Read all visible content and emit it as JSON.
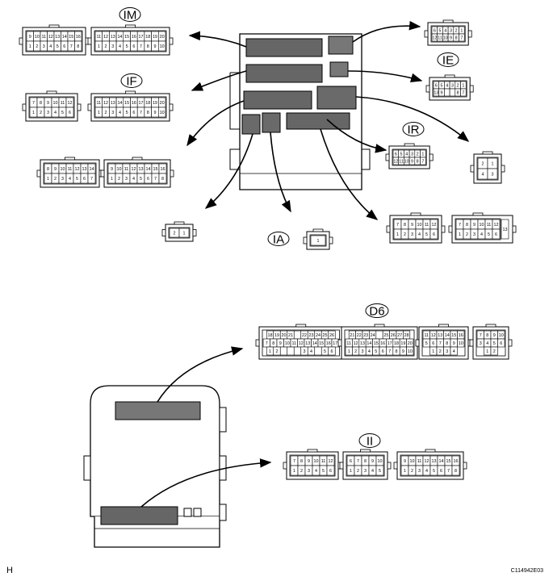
{
  "labels": {
    "im": "IM",
    "ie": "IE",
    "if": "IF",
    "ir": "IR",
    "ia": "IA",
    "d6": "D6",
    "ii": "II"
  },
  "footer": {
    "mark": "H",
    "figure_code": "C114942E03"
  },
  "connectors": {
    "im_a": {
      "top": [
        "9",
        "10",
        "11",
        "12",
        "13",
        "14",
        "15",
        "16"
      ],
      "bottom": [
        "1",
        "2",
        "3",
        "4",
        "5",
        "6",
        "7",
        "8"
      ]
    },
    "im_b": {
      "top": [
        "11",
        "12",
        "13",
        "14",
        "15",
        "16",
        "17",
        "18",
        "19",
        "20"
      ],
      "bottom": [
        "1",
        "2",
        "3",
        "4",
        "5",
        "6",
        "7",
        "8",
        "9",
        "10"
      ]
    },
    "if_a": {
      "top": [
        "7",
        "8",
        "9",
        "10",
        "11",
        "12"
      ],
      "bottom": [
        "1",
        "2",
        "3",
        "4",
        "5",
        "6"
      ]
    },
    "if_b": {
      "top": [
        "11",
        "12",
        "13",
        "14",
        "15",
        "16",
        "17",
        "18",
        "19",
        "20"
      ],
      "bottom": [
        "1",
        "2",
        "3",
        "4",
        "5",
        "6",
        "7",
        "8",
        "9",
        "10"
      ]
    },
    "ix_a": {
      "top": [
        "8",
        "9",
        "10",
        "11",
        "12",
        "13",
        "14"
      ],
      "bottom": [
        "1",
        "2",
        "3",
        "4",
        "5",
        "6",
        "7"
      ]
    },
    "ix_b": {
      "top": [
        "9",
        "10",
        "11",
        "12",
        "13",
        "14",
        "15",
        "16"
      ],
      "bottom": [
        "1",
        "2",
        "3",
        "4",
        "5",
        "6",
        "7",
        "8"
      ]
    },
    "topright": {
      "top": [
        "6",
        "5",
        "4",
        "3",
        "2",
        "1"
      ],
      "bottom": [
        "12",
        "11",
        "10",
        "9",
        "8",
        "7"
      ]
    },
    "ie": {
      "top": [
        "6",
        "5",
        "4",
        "3",
        "2",
        "1"
      ],
      "bottom": [
        "13",
        "9",
        "",
        "",
        "8",
        "7"
      ]
    },
    "ir": {
      "top": [
        "6",
        "5",
        "4",
        "3",
        "2",
        "1"
      ],
      "bottom": [
        "12",
        "11",
        "10",
        "9",
        "8",
        "7"
      ]
    },
    "fourpin": {
      "top": [
        "2",
        "1"
      ],
      "bottom": [
        "4",
        "3"
      ]
    },
    "twopin": {
      "top": [
        "2",
        "1"
      ]
    },
    "ia": {
      "top": [
        "1"
      ]
    },
    "br_a": {
      "top": [
        "7",
        "8",
        "9",
        "10",
        "11",
        "12"
      ],
      "bottom": [
        "1",
        "2",
        "3",
        "4",
        "5",
        "6"
      ]
    },
    "br_b": {
      "top": [
        "7",
        "8",
        "9",
        "10",
        "11",
        "12"
      ],
      "bottom": [
        "1",
        "2",
        "3",
        "4",
        "5",
        "6"
      ],
      "side": "13"
    },
    "d6_1": {
      "top": [
        "18",
        "19",
        "20",
        "21",
        "",
        "22",
        "23",
        "24",
        "25",
        "26"
      ],
      "mid": [
        "7",
        "8",
        "9",
        "10",
        "11",
        "12",
        "13",
        "14",
        "15",
        "16",
        "17"
      ],
      "bottom": [
        "1",
        "2",
        "",
        "",
        "",
        "3",
        "4",
        "",
        "5",
        "6"
      ]
    },
    "d6_2": {
      "top": [
        "21",
        "22",
        "23",
        "24",
        "",
        "25",
        "26",
        "27",
        "28"
      ],
      "mid": [
        "11",
        "12",
        "13",
        "14",
        "15",
        "16",
        "17",
        "18",
        "19",
        "20"
      ],
      "bottom": [
        "1",
        "2",
        "3",
        "4",
        "5",
        "6",
        "7",
        "8",
        "9",
        "10"
      ]
    },
    "d6_3": {
      "top": [
        "11",
        "12",
        "13",
        "14",
        "15",
        "16"
      ],
      "mid": [
        "5",
        "6",
        "7",
        "8",
        "9",
        "10"
      ],
      "bottom": [
        "1",
        "2",
        "3",
        "4"
      ]
    },
    "d6_4": {
      "top": [
        "7",
        "8",
        "9",
        "10"
      ],
      "mid": [
        "3",
        "4",
        "5",
        "6"
      ],
      "bottom": [
        "1",
        "2"
      ]
    },
    "ii_a": {
      "top": [
        "7",
        "8",
        "9",
        "10",
        "11",
        "12"
      ],
      "bottom": [
        "1",
        "2",
        "3",
        "4",
        "5",
        "6"
      ]
    },
    "ii_b": {
      "top": [
        "6",
        "7",
        "8",
        "9",
        "10"
      ],
      "bottom": [
        "1",
        "2",
        "3",
        "4",
        "5"
      ]
    },
    "ii_c": {
      "top": [
        "9",
        "10",
        "11",
        "12",
        "13",
        "14",
        "15",
        "16"
      ],
      "bottom": [
        "1",
        "2",
        "3",
        "4",
        "5",
        "6",
        "7",
        "8"
      ]
    }
  }
}
